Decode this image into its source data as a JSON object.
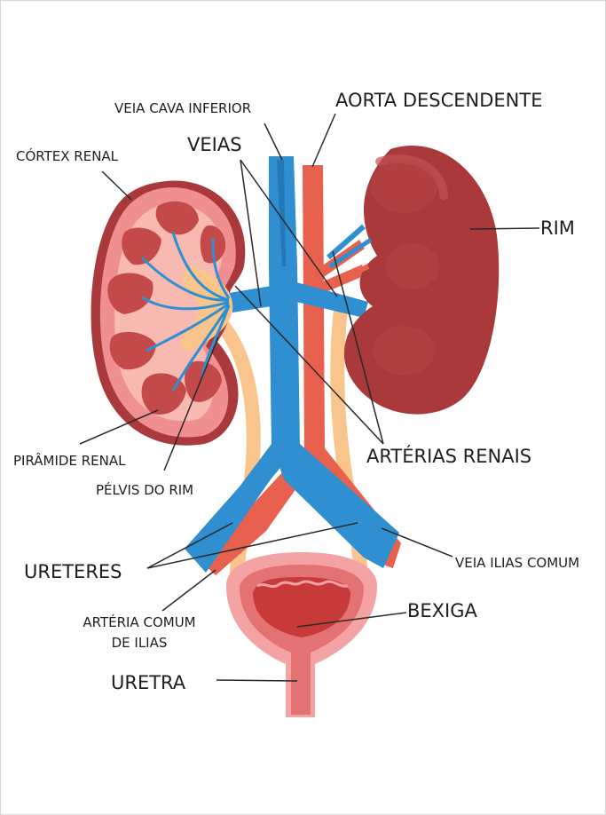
{
  "labels": {
    "veia_cava_inferior": "VEIA CAVA INFERIOR",
    "aorta_descendente": "AORTA DESCENDENTE",
    "veias": "VEIAS",
    "cortex_renal": "CÓRTEX RENAL",
    "rim": "RIM",
    "piramide_renal": "PIRÂMIDE RENAL",
    "pelvis_do_rim": "PÉLVIS DO RIM",
    "arterias_renais": "ARTÉRIAS RENAIS",
    "ureteres": "URETERES",
    "veia_ilias_comum": "VEIA ILIAS COMUM",
    "arteria_comum_line1": "ARTÉRIA COMUM",
    "arteria_comum_line2": "DE ILIAS",
    "bexiga": "BEXIGA",
    "uretra": "URETRA"
  },
  "colors": {
    "vein": "#2f8fd0",
    "vein_dark": "#1e6fae",
    "artery": "#e8604e",
    "ureter": "#f9c58d",
    "kidney_dark": "#a9393a",
    "kidney_outer": "#f08f8f",
    "kidney_inner": "#f7b9b0",
    "bladder_outer": "#f3a3a3",
    "bladder_inner": "#c83a3a"
  }
}
